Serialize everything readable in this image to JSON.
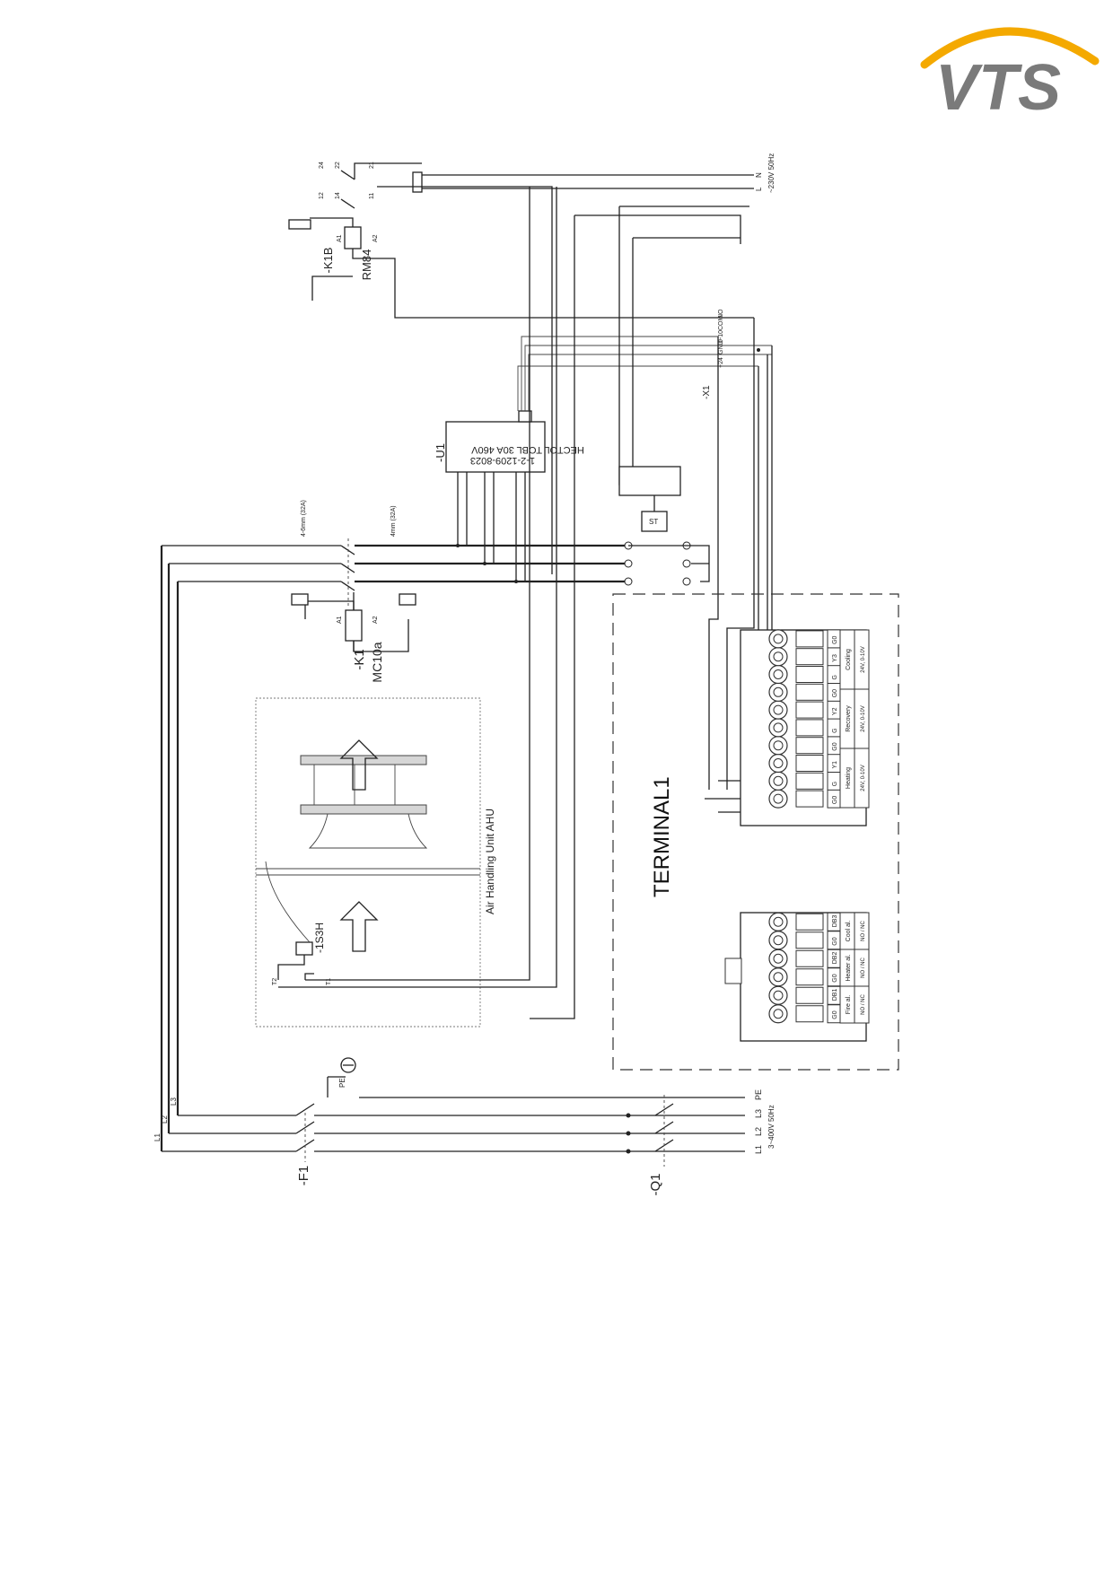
{
  "logo": {
    "text": "VTS",
    "color_text": "#7a7a7a",
    "color_arc": "#f4a900"
  },
  "relay_k1b": {
    "ref": "-K1B",
    "type": "RM84",
    "coil": [
      "A1",
      "A2"
    ],
    "contacts": [
      "11",
      "14",
      "12",
      "21",
      "22",
      "24"
    ]
  },
  "contactor_k1": {
    "ref": "-K1",
    "type": "MC10a",
    "coil": [
      "A1",
      "A2"
    ],
    "note_top": "4-6mm (32A)",
    "note_bottom": "4mm (32A)"
  },
  "controller_u1": {
    "ref": "-U1",
    "line1": "HECTOL TOBL 30A 460V",
    "line2": "1-2-1209-8023"
  },
  "terminal_x1": {
    "ref": "-X1",
    "marks": [
      "+24",
      "GND",
      "0-10",
      "COM",
      "NO"
    ]
  },
  "supply_right": {
    "top": [
      "N",
      "L",
      "~230V 50Hz"
    ],
    "bottom": [
      "PE",
      "L3",
      "L2",
      "L1",
      "3~400V 50Hz"
    ]
  },
  "breakers": {
    "f1": "-F1",
    "q1": "-Q1"
  },
  "thermal": {
    "ref": "-1S3H",
    "pins": [
      "T1",
      "T2"
    ]
  },
  "st_box": "ST",
  "ahu_label": "Air Handling Unit AHU",
  "terminal_title": "TERMINAL1",
  "terminal_top": {
    "pins": [
      "G0",
      "G",
      "Y1",
      "G0",
      "G",
      "Y2",
      "G0",
      "G",
      "Y3",
      "G0"
    ],
    "groups": [
      "Heating",
      "Recovery",
      "Cooling"
    ],
    "ranges": [
      "24V, 0-10V",
      "24V, 0-10V",
      "24V, 0-10V"
    ]
  },
  "terminal_bottom": {
    "pins": [
      "G0",
      "DB1",
      "G0",
      "DB2",
      "G0",
      "DB3"
    ],
    "groups": [
      "Fire al.",
      "Heater al.",
      "Cool al."
    ],
    "ranges": [
      "NO / NC",
      "NO / NC",
      "NO / NC"
    ]
  },
  "wire_labels": [
    "L1",
    "L2",
    "L3",
    "PE"
  ]
}
